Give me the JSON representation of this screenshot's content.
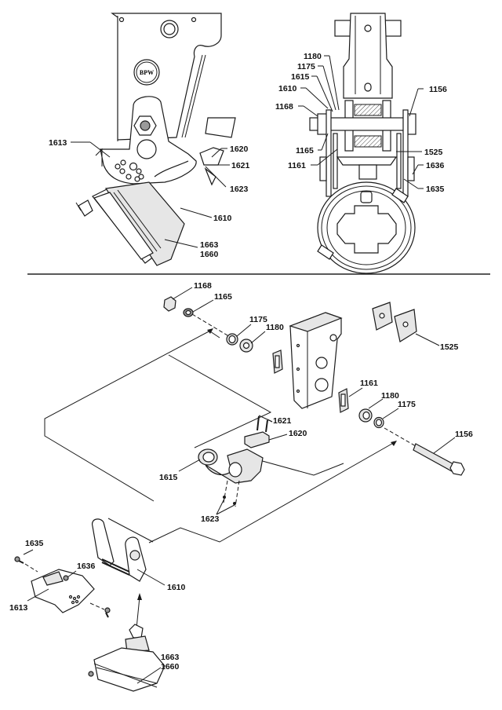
{
  "diagram": {
    "title": "",
    "views": {
      "side_view": {
        "labels": [
          "1613",
          "1620",
          "1621",
          "1623",
          "1610",
          "1663",
          "1660"
        ]
      },
      "front_section_view": {
        "labels": [
          "1180",
          "1175",
          "1615",
          "1610",
          "1168",
          "1156",
          "1165",
          "1525",
          "1161",
          "1636",
          "1635"
        ]
      },
      "exploded_view": {
        "labels": [
          "1168",
          "1165",
          "1175",
          "1180",
          "1525",
          "1161",
          "1180",
          "1175",
          "1156",
          "1621",
          "1620",
          "1615",
          "1623",
          "1635",
          "1636",
          "1610",
          "1613",
          "1663",
          "1660"
        ]
      }
    },
    "logo_text": "BPW"
  }
}
